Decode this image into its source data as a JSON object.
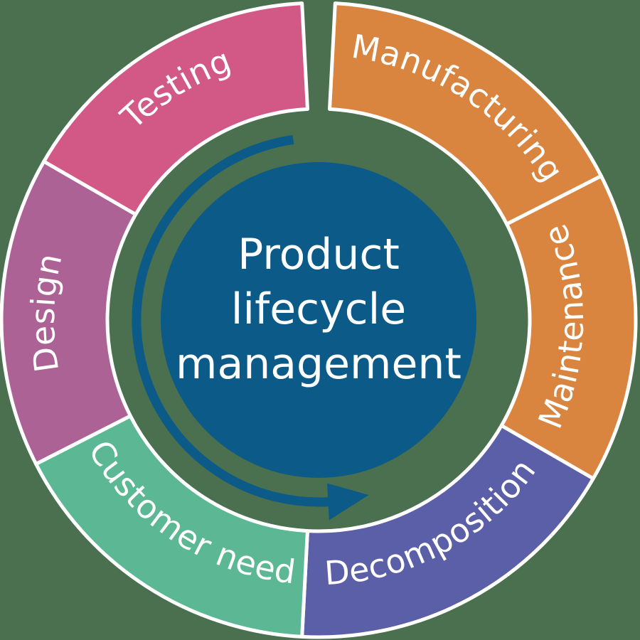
{
  "diagram": {
    "title": "Product lifecycle management",
    "background_color": "#4a7050",
    "center": {
      "fill_color": "#0b5a88",
      "text_color": "#ffffff",
      "lines": [
        "Product",
        "lifecycle",
        "management"
      ]
    },
    "arrow": {
      "name": "counterclockwise-cycle-arrow",
      "color": "#0b5a88",
      "direction": "counterclockwise"
    },
    "divider_color": "#ffffff",
    "segments": [
      {
        "label": "Manufacturing",
        "color": "#d9853f",
        "start_angle": 3,
        "end_angle": 63,
        "text_orientation": "outward"
      },
      {
        "label": "Maintenance",
        "color": "#d9853f",
        "start_angle": 63,
        "end_angle": 120,
        "text_orientation": "outward"
      },
      {
        "label": "Decomposition",
        "color": "#5b5fa8",
        "start_angle": 120,
        "end_angle": 183,
        "text_orientation": "outward"
      },
      {
        "label": "Customer need",
        "color": "#5cb894",
        "start_angle": 183,
        "end_angle": 243,
        "text_orientation": "outward"
      },
      {
        "label": "Design",
        "color": "#ad6295",
        "start_angle": 243,
        "end_angle": 300,
        "text_orientation": "outward"
      },
      {
        "label": "Testing",
        "color": "#d25986",
        "start_angle": 300,
        "end_angle": 357,
        "text_orientation": "outward"
      }
    ]
  }
}
